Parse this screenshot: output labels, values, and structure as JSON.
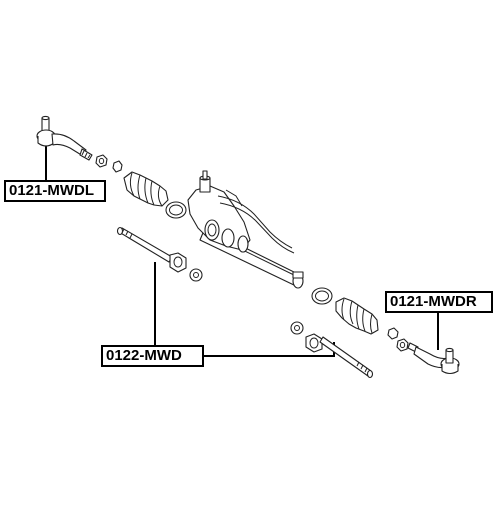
{
  "diagram": {
    "callouts": [
      {
        "id": "left",
        "text": "0121-MWDL"
      },
      {
        "id": "mid",
        "text": "0122-MWD"
      },
      {
        "id": "right",
        "text": "0121-MWDR"
      }
    ]
  }
}
